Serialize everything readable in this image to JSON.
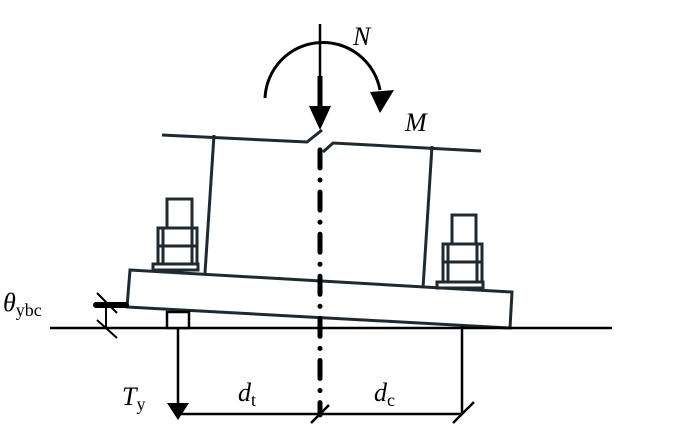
{
  "labels": {
    "axial_force": "N",
    "moment": "M",
    "rotation": {
      "main": "θ",
      "sub": "ybc"
    },
    "tension": {
      "main": "T",
      "sub": "y"
    },
    "dist_tension": {
      "main": "d",
      "sub": "t"
    },
    "dist_compression": {
      "main": "d",
      "sub": "c"
    }
  }
}
